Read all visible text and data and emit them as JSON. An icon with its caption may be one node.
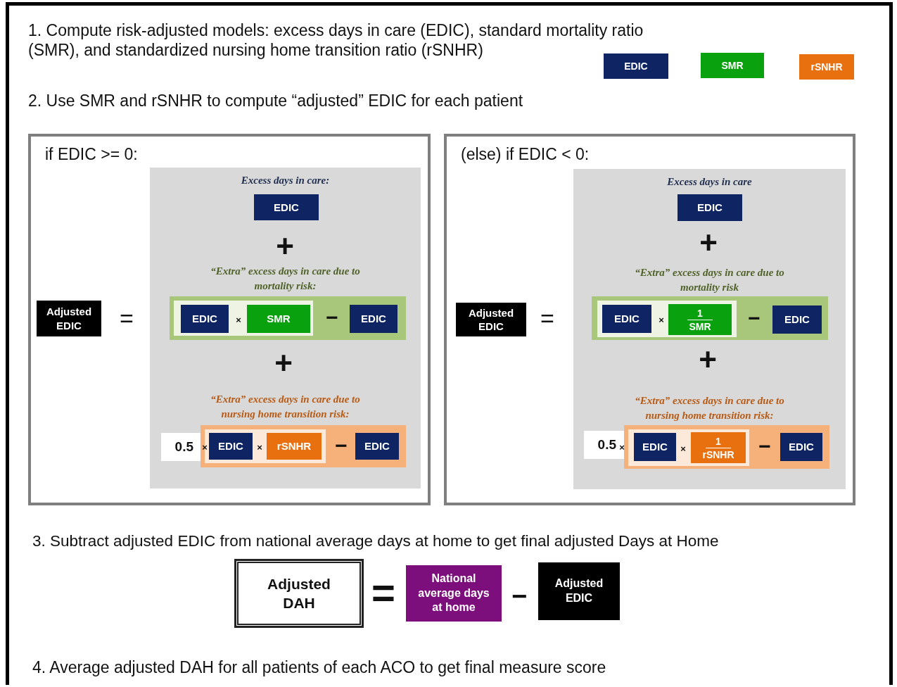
{
  "diagram": {
    "nodes": [
      {
        "text": [
          "EDIC"
        ]
      },
      {
        "text": [
          "SMR"
        ]
      },
      {
        "text": [
          "rSNHR"
        ]
      },
      {
        "text": [
          "if EDIC >= 0:"
        ]
      },
      {
        "text": [
          "Adjusted EDIC"
        ],
        "in": 3
      },
      {
        "text": [
          "Excess days in care:",
          "“Extra” excess days in care due to mortality risk:",
          "“Extra” excess days in care due to nursing home transition risk:"
        ],
        "in": 3
      },
      {
        "text": [
          "EDIC"
        ],
        "in": 5
      },
      {
        "text": [],
        "shape": "box",
        "in": 5
      },
      {
        "text": [],
        "shape": "box",
        "in": 7
      },
      {
        "text": [
          "EDIC"
        ],
        "in": 8
      },
      {
        "text": [
          "SMR"
        ],
        "in": 8
      },
      {
        "text": [
          "EDIC"
        ],
        "in": 7
      },
      {
        "text": [
          "0.5"
        ],
        "in": 5
      },
      {
        "text": [],
        "shape": "box",
        "in": 5
      },
      {
        "text": [],
        "shape": "box",
        "in": 13
      },
      {
        "text": [
          "EDIC"
        ],
        "in": 14
      },
      {
        "text": [
          "rSNHR"
        ],
        "in": 14
      },
      {
        "text": [
          "EDIC"
        ],
        "in": 13
      },
      {
        "text": [
          "(else) if EDIC < 0:"
        ]
      },
      {
        "text": [
          "Adjusted EDIC"
        ],
        "in": 18
      },
      {
        "text": [
          "Excess days in care",
          "“Extra” excess days in care due to mortality risk",
          "“Extra” excess days in care due to nursing home transition risk:"
        ],
        "in": 18
      },
      {
        "text": [
          "EDIC"
        ],
        "in": 20
      },
      {
        "text": [],
        "shape": "box",
        "in": 20
      },
      {
        "text": [],
        "shape": "box",
        "in": 22
      },
      {
        "text": [
          "EDIC"
        ],
        "in": 23
      },
      {
        "text": [
          "1",
          "SMR"
        ],
        "in": 23
      },
      {
        "text": [
          "EDIC"
        ],
        "in": 22
      },
      {
        "text": [
          "0.5"
        ],
        "in": 20
      },
      {
        "text": [],
        "shape": "box",
        "in": 20
      },
      {
        "text": [],
        "shape": "box",
        "in": 28
      },
      {
        "text": [
          "EDIC"
        ],
        "in": 29
      },
      {
        "text": [
          "1",
          "rSNHR"
        ],
        "in": 29
      },
      {
        "text": [
          "EDIC"
        ],
        "in": 28
      },
      {
        "text": [
          "Adjusted DAH"
        ]
      },
      {
        "text": [
          "National average days at home"
        ]
      },
      {
        "text": [
          "Adjusted EDIC"
        ]
      }
    ],
    "labels": [
      "1. Compute risk-adjusted models: excess days in care (EDIC), standard mortality ratio (SMR), and standardized nursing home transition ratio (rSNHR)",
      "2. Use SMR and rSNHR to compute “adjusted” EDIC for each patient",
      "=",
      "+",
      "×",
      "−",
      "+",
      "×",
      "×",
      "−",
      "=",
      "+",
      "×",
      "−",
      "+",
      "×",
      "×",
      "−",
      "3. Subtract adjusted EDIC from national average days at home to get final adjusted Days at Home",
      "=",
      "−",
      "4. Average adjusted DAH for all patients of each ACO to get final measure score"
    ]
  }
}
